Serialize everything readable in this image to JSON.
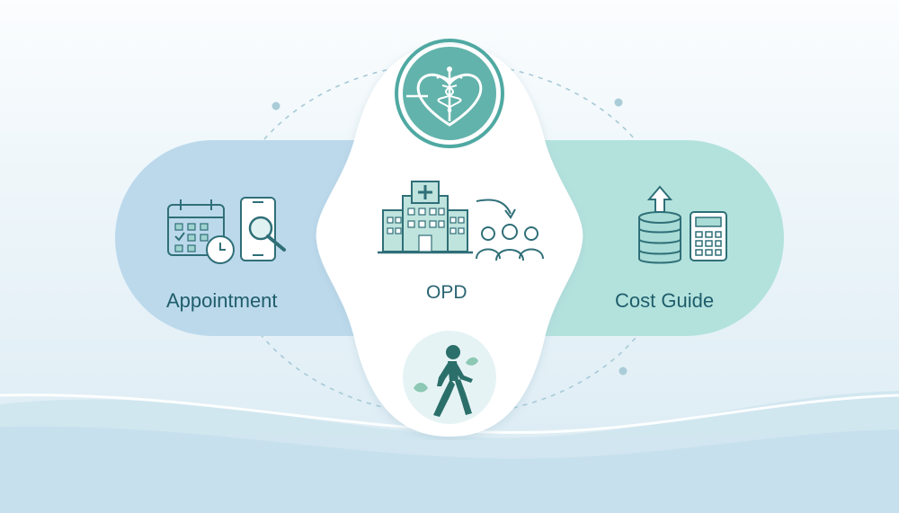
{
  "colors": {
    "left_pill": "#bcd9ec",
    "right_pill": "#b3e2dd",
    "teal": "#4fa9a2",
    "icon_stroke": "#2f6f78",
    "label_text": "#1f5d6b"
  },
  "nodes": {
    "left": {
      "label": "Appointment",
      "icons": [
        "calendar-clock-icon",
        "phone-search-icon"
      ]
    },
    "center": {
      "label": "OPD",
      "icons": [
        "heart-caduceus-icon",
        "hospital-icon",
        "arrow-icon",
        "people-group-icon",
        "walking-person-icon"
      ]
    },
    "right": {
      "label": "Cost Guide",
      "icons": [
        "coin-stack-up-icon",
        "calculator-icon"
      ]
    }
  }
}
